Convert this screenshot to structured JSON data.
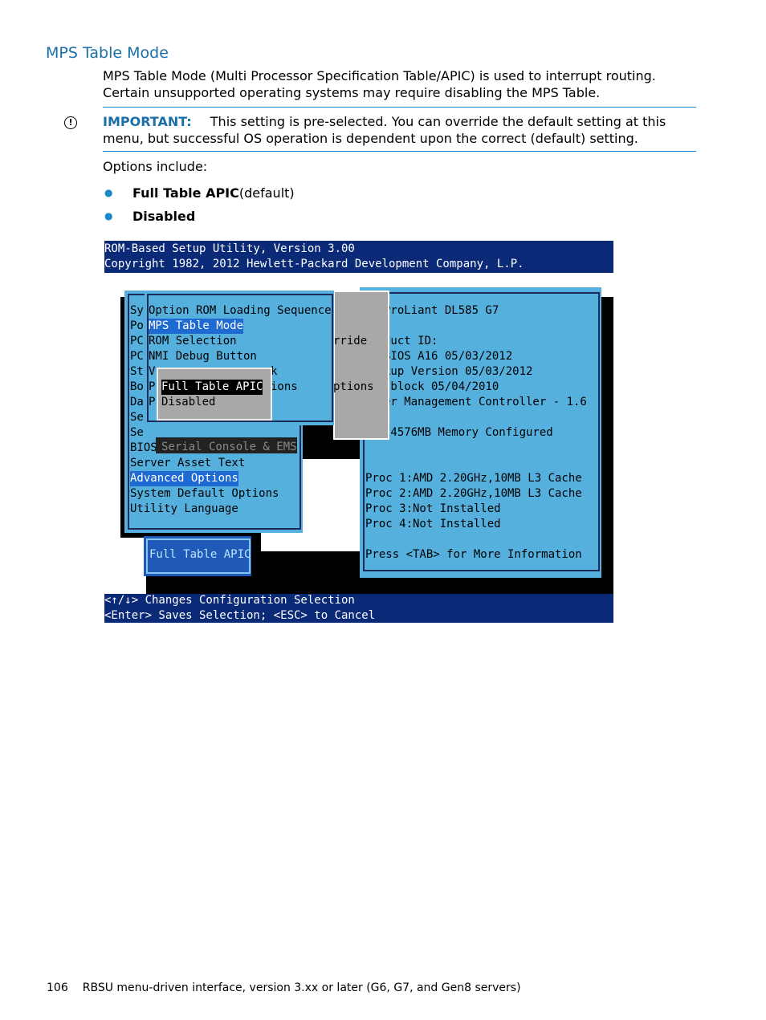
{
  "section_title": "MPS Table Mode",
  "intro_paragraph": "MPS Table Mode (Multi Processor Specification Table/APIC) is used to interrupt routing. Certain unsupported operating systems may require disabling the MPS Table.",
  "important": {
    "icon": "exclamation-circle-icon",
    "label": "IMPORTANT:",
    "text": "This setting is pre-selected. You can override the default setting at this menu, but successful OS operation is dependent upon the correct (default) setting."
  },
  "options_intro": "Options include:",
  "options": [
    {
      "name": "Full Table APIC",
      "suffix": " (default)"
    },
    {
      "name": "Disabled",
      "suffix": ""
    }
  ],
  "terminal": {
    "header_line1": "ROM-Based Setup Utility, Version 3.00",
    "header_line2": "Copyright 1982, 2012 Hewlett-Packard Development Company, L.P.",
    "left_menu_fragments": [
      "Sy",
      "Po",
      "PC",
      "PC",
      "St",
      "Bo",
      "Da",
      "Se",
      "Se",
      "BIOS"
    ],
    "left_menu_items": [
      "Server Asset Text",
      "Advanced Options",
      "System Default Options",
      "Utility Language"
    ],
    "selected_left_item": "Advanced Options",
    "submenu_items": [
      "Option ROM Loading Sequence",
      "MPS Table Mode",
      "ROM Selection",
      "NMI Debug Button"
    ],
    "submenu_selected": "MPS Table Mode",
    "submenu_partial": [
      "V",
      "P",
      "P"
    ],
    "submenu_partial_right": "k",
    "serial_console": "Serial Console & EMS",
    "behind_text": [
      "rride",
      "ptions",
      "ions"
    ],
    "popup_options": [
      "Full Table APIC",
      "Disabled"
    ],
    "popup_selected": "Full Table APIC",
    "current_value": "Full Table APIC",
    "info_lines": [
      "ProLiant DL585 G7",
      ":",
      "duct ID:",
      "BIOS A16 05/03/2012",
      "kup Version 05/03/2012",
      "tblock 05/04/2010",
      "er Management Controller - 1.6",
      "24576MB Memory Configured",
      "Proc 1:AMD 2.20GHz,10MB L3 Cache",
      "Proc 2:AMD 2.20GHz,10MB L3 Cache",
      "Proc 3:Not Installed",
      "Proc 4:Not Installed",
      "Press <TAB> for More Information"
    ],
    "footer_line1": "<↑/↓> Changes Configuration Selection",
    "footer_line2": "<Enter> Saves Selection; <ESC> to Cancel",
    "colors": {
      "bar": "#0a2a78",
      "panel": "#55b0de",
      "highlight": "#1f6ad0",
      "shadow": "#000000",
      "gray": "#a8a8a8"
    }
  },
  "page_footer": {
    "page_number": "106",
    "text": "RBSU menu-driven interface, version 3.xx or later (G6, G7, and Gen8 servers)"
  }
}
